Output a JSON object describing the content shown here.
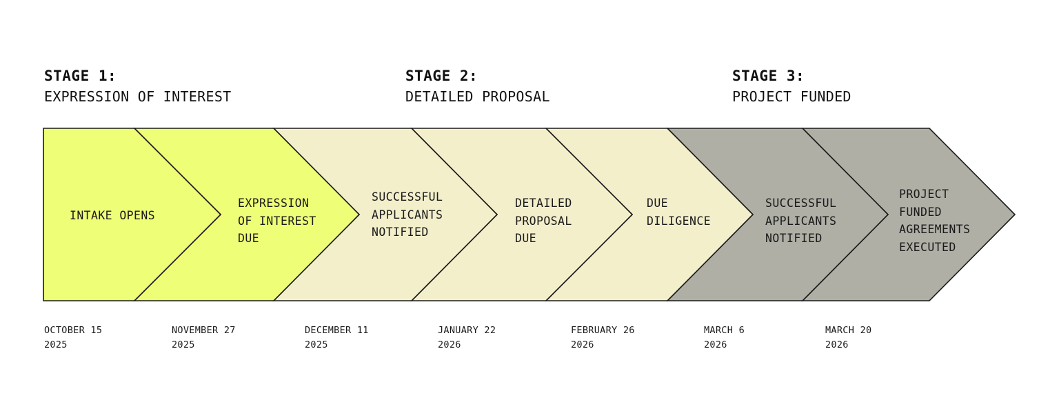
{
  "stages": [
    {
      "title": "STAGE 1:",
      "subtitle": "EXPRESSION OF INTEREST"
    },
    {
      "title": "STAGE 2:",
      "subtitle": "DETAILED PROPOSAL"
    },
    {
      "title": "STAGE 3:",
      "subtitle": "PROJECT FUNDED"
    }
  ],
  "colors": {
    "stage1": "#eefe76",
    "stage2": "#f3efcb",
    "stage3": "#afafa6",
    "stroke": "#1a1a1a"
  },
  "steps": [
    {
      "label": "INTAKE OPENS",
      "stage": 1,
      "date_line1": "OCTOBER 15",
      "date_line2": "2025"
    },
    {
      "label": "EXPRESSION\nOF INTEREST\nDUE",
      "stage": 1,
      "date_line1": "NOVEMBER 27",
      "date_line2": "2025"
    },
    {
      "label": "SUCCESSFUL\nAPPLICANTS\nNOTIFIED",
      "stage": 2,
      "date_line1": "DECEMBER 11",
      "date_line2": "2025"
    },
    {
      "label": "DETAILED\nPROPOSAL\nDUE",
      "stage": 2,
      "date_line1": "JANUARY 22",
      "date_line2": "2026"
    },
    {
      "label": "DUE\nDILIGENCE",
      "stage": 2,
      "date_line1": "FEBRUARY 26",
      "date_line2": "2026"
    },
    {
      "label": "SUCCESSFUL\nAPPLICANTS\nNOTIFIED",
      "stage": 3,
      "date_line1": "MARCH 6",
      "date_line2": "2026"
    },
    {
      "label": "PROJECT\nFUNDED\nAGREEMENTS\nEXECUTED",
      "stage": 3,
      "date_line1": "MARCH 20",
      "date_line2": "2026"
    }
  ]
}
